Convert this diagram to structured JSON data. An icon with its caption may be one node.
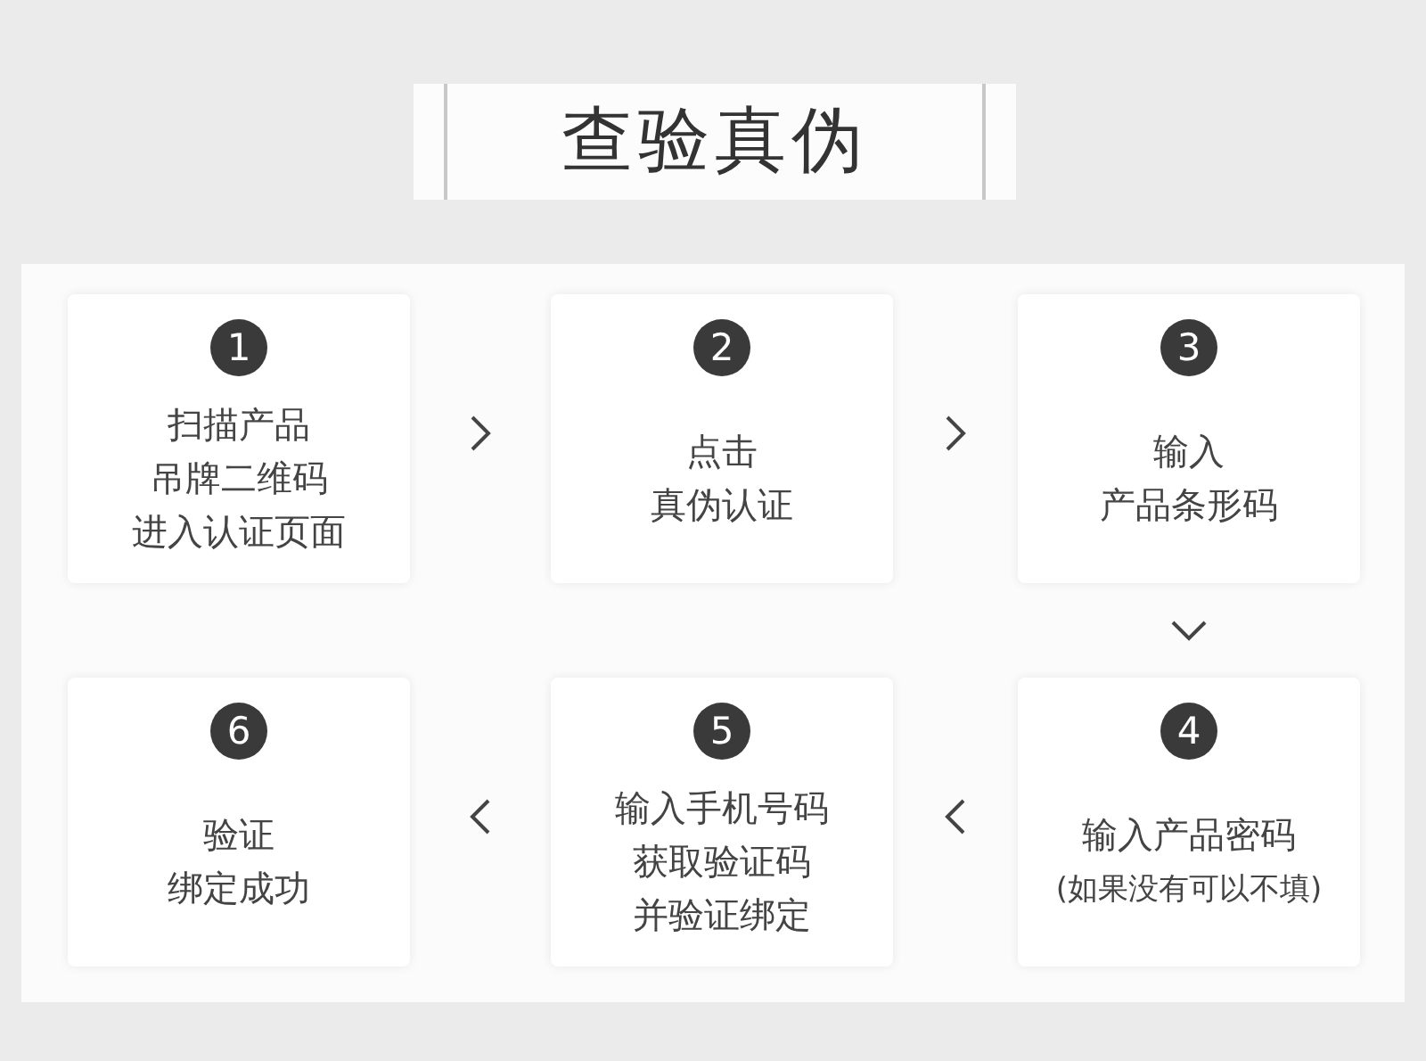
{
  "diagram": {
    "title": "查验真伪",
    "nodes": [
      {
        "text": [
          "1",
          "扫描产品吊牌二维码进入认证页面"
        ]
      },
      {
        "text": [
          "2",
          "点击真伪认证"
        ]
      },
      {
        "text": [
          "3",
          "输入产品条形码"
        ]
      },
      {
        "text": [
          "4",
          "输入产品密码",
          "(如果没有可以不填)"
        ]
      },
      {
        "text": [
          "5",
          "输入手机号码获取验证码并验证绑定"
        ]
      },
      {
        "text": [
          "6",
          "验证绑定成功"
        ]
      }
    ],
    "edges": [
      {
        "from": 0,
        "to": 1,
        "arrow": "to"
      },
      {
        "from": 1,
        "to": 2,
        "arrow": "to"
      },
      {
        "from": 2,
        "to": 3,
        "arrow": "to"
      },
      {
        "from": 3,
        "to": 4,
        "arrow": "to"
      },
      {
        "from": 4,
        "to": 5,
        "arrow": "to"
      }
    ]
  }
}
